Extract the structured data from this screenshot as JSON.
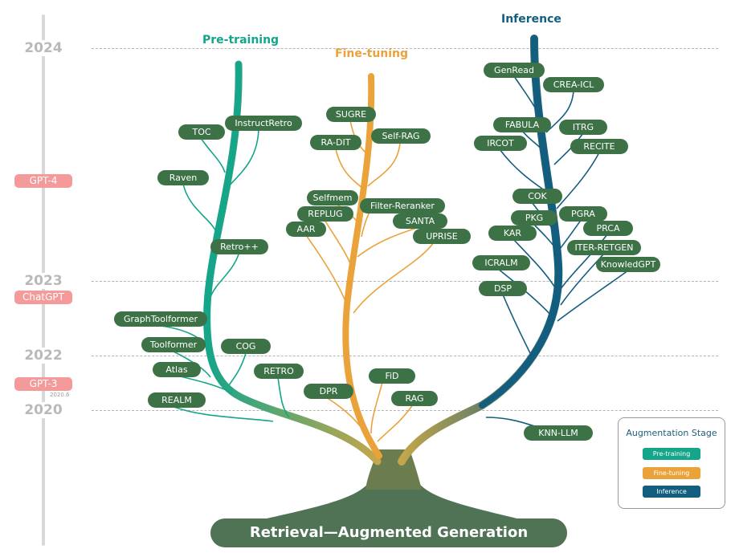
{
  "colors": {
    "pretraining": "#14a58a",
    "finetuning": "#eaa23a",
    "inference": "#135e7f",
    "node": "#3d7247",
    "root": "#4f7354",
    "timeline_tag": "#f49a9a",
    "year_text": "#b9b9b9"
  },
  "timeline": {
    "years": [
      "2024",
      "2023",
      "2022",
      "2020"
    ],
    "models": [
      "GPT-4",
      "ChatGPT",
      "GPT-3"
    ],
    "gpt3_date": "2020.6"
  },
  "stages": {
    "pretraining": "Pre-training",
    "finetuning": "Fine-tuning",
    "inference": "Inference"
  },
  "nodes": {
    "pretraining": [
      "InstructRetro",
      "TOC",
      "Raven",
      "Retro++",
      "GraphToolformer",
      "Toolformer",
      "COG",
      "Atlas",
      "RETRO",
      "REALM"
    ],
    "finetuning": [
      "SUGRE",
      "RA-DIT",
      "Self-RAG",
      "Selfmem",
      "Filter-Reranker",
      "REPLUG",
      "SANTA",
      "AAR",
      "UPRISE",
      "FiD",
      "DPR",
      "RAG"
    ],
    "inference": [
      "GenRead",
      "CREA-ICL",
      "FABULA",
      "ITRG",
      "IRCOT",
      "RECITE",
      "COK",
      "PKG",
      "PGRA",
      "KAR",
      "PRCA",
      "ITER-RETGEN",
      "ICRALM",
      "KnowledGPT",
      "DSP",
      "KNN-LLM"
    ]
  },
  "legend": {
    "title": "Augmentation Stage",
    "items": [
      "Pre-training",
      "Fine-tuning",
      "Inference"
    ]
  },
  "root_label": "Retrieval—Augmented Generation"
}
